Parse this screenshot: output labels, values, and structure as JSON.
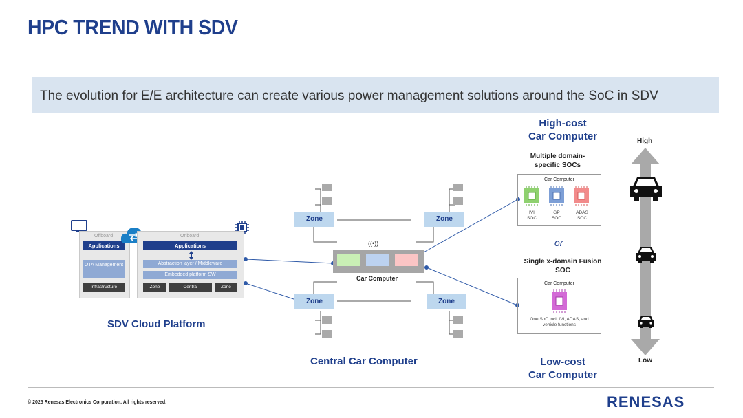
{
  "title": "HPC TREND WITH SDV",
  "banner": "The evolution for E/E architecture can create various power management solutions around the SoC in SDV",
  "cloud": {
    "offboard": "Offboard",
    "onboard": "Onboard",
    "applications_left": "Applications",
    "applications_right": "Applications",
    "ota": "OTA Management",
    "infrastructure": "Infrastructure",
    "abstraction": "Abstraction layer / Middleware",
    "embedded": "Embedded platform SW",
    "zone1": "Zone",
    "central": "Central",
    "zone2": "Zone",
    "caption": "SDV Cloud Platform"
  },
  "central": {
    "zone_tl": "Zone",
    "zone_tr": "Zone",
    "zone_bl": "Zone",
    "zone_br": "Zone",
    "wireless": "((•))",
    "computer_label": "Car Computer",
    "caption": "Central Car Computer"
  },
  "right": {
    "high_cost": "High-cost\nCar Computer",
    "multi_label": "Multiple domain-\nspecific SOCs",
    "box1_title": "Car Computer",
    "ivi": "IVI\nSOC",
    "gp": "GP\nSOC",
    "adas": "ADAS\nSOC",
    "or": "or",
    "single_label": "Single x-domain Fusion\nSOC",
    "box2_title": "Car Computer",
    "fusion_desc": "One SoC incl. IVI, ADAS, and\nvehicle functions",
    "low_cost": "Low-cost\nCar Computer"
  },
  "scale": {
    "high": "High",
    "low": "Low"
  },
  "footer": {
    "copyright": "© 2025 Renesas Electronics Corporation. All rights reserved.",
    "logo": "RENESAS"
  },
  "colors": {
    "brand": "#1f3f8c",
    "green_soc": "#8fd16f",
    "blue_soc": "#7d9fd6",
    "red_soc": "#f28b8b",
    "fusion": "#d36ad6"
  }
}
